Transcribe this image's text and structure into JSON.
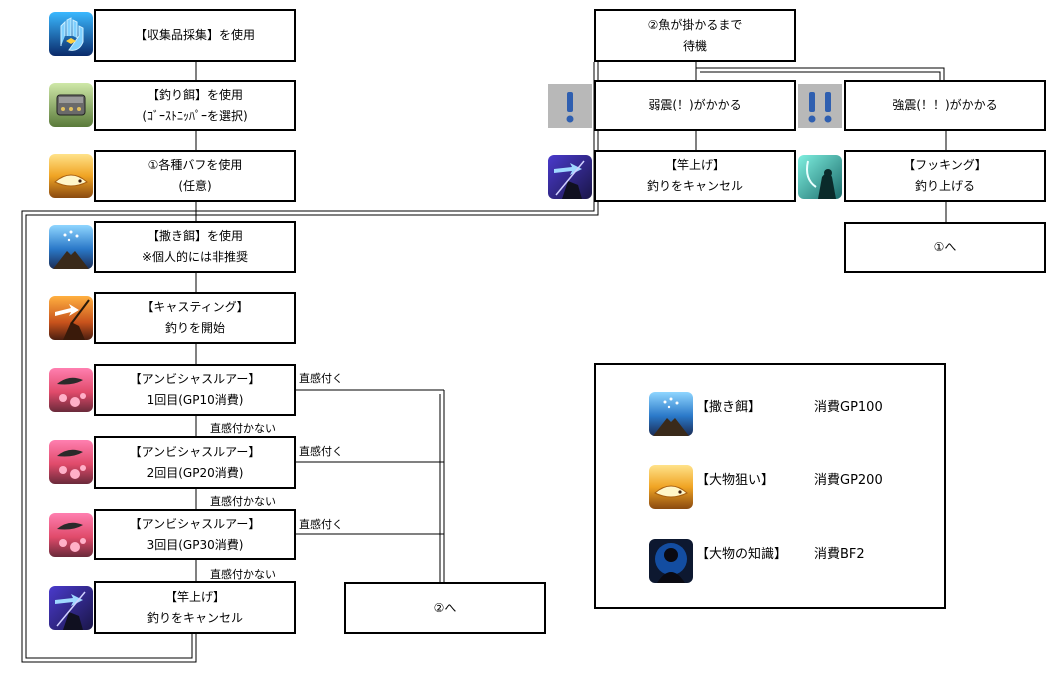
{
  "boxes": {
    "collectable": {
      "l1": "【収集品採集】を使用",
      "l2": ""
    },
    "bait": {
      "l1": "【釣り餌】を使用",
      "l2": "(ｺﾞｰｽﾄﾆｯﾊﾟｰを選択)"
    },
    "buffs": {
      "l1": "①各種バフを使用",
      "l2": "(任意)"
    },
    "chum": {
      "l1": "【撒き餌】を使用",
      "l2": "※個人的には非推奨"
    },
    "cast": {
      "l1": "【キャスティング】",
      "l2": "釣りを開始"
    },
    "ambi1": {
      "l1": "【アンビシャスルアー】",
      "l2": "1回目(GP10消費)"
    },
    "ambi2": {
      "l1": "【アンビシャスルアー】",
      "l2": "2回目(GP20消費)"
    },
    "ambi3": {
      "l1": "【アンビシャスルアー】",
      "l2": "3回目(GP30消費)"
    },
    "rodup_left": {
      "l1": "【竿上げ】",
      "l2": "釣りをキャンセル"
    },
    "to2": {
      "l1": "②へ",
      "l2": ""
    },
    "wait": {
      "l1": "②魚が掛かるまで",
      "l2": "待機"
    },
    "weak": {
      "l1": "弱震(！)がかかる",
      "l2": ""
    },
    "strong": {
      "l1": "強震(！！)がかかる",
      "l2": ""
    },
    "rodup_right": {
      "l1": "【竿上げ】",
      "l2": "釣りをキャンセル"
    },
    "hook": {
      "l1": "【フッキング】",
      "l2": "釣り上げる"
    },
    "to1": {
      "l1": "①へ",
      "l2": ""
    }
  },
  "edge_labels": {
    "intuition_1": "直感付く",
    "intuition_2": "直感付く",
    "intuition_3": "直感付く",
    "no_intuition_1": "直感付かない",
    "no_intuition_2": "直感付かない",
    "no_intuition_3": "直感付かない"
  },
  "legend": [
    {
      "name": "【撒き餌】",
      "cost": "消費GP100",
      "icon": "chum-icon"
    },
    {
      "name": "【大物狙い】",
      "cost": "消費GP200",
      "icon": "patience-icon"
    },
    {
      "name": "【大物の知識】",
      "cost": "消費BF2",
      "icon": "fish-eyes-icon"
    }
  ],
  "colors": {
    "border": "#000000",
    "background": "#ffffff",
    "bite_icon_bg": "#b8b8b8",
    "bite_icon_fg": "#2f5fb0"
  }
}
